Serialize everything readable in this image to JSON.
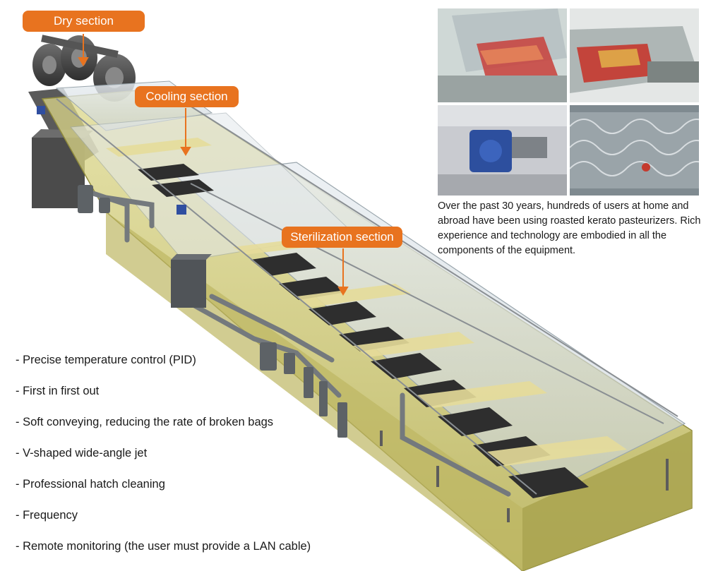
{
  "callouts": {
    "dry": "Dry section",
    "cooling": "Cooling section",
    "sterilization": "Sterilization section"
  },
  "description": "Over the past 30 years, hundreds of users at home and abroad have been using roasted kerato pasteurizers. Rich experience and technology are embodied in all the components of the equipment.",
  "features": [
    "- Precise temperature control (PID)",
    "- First in first out",
    "- Soft conveying, reducing the rate of broken bags",
    "- V-shaped wide-angle jet",
    "- Professional hatch cleaning",
    "- Frequency",
    "- Remote monitoring (the user must provide a LAN cable)"
  ],
  "colors": {
    "callout": "#e8731f",
    "tank": "#c9c36a",
    "frame": "#6b6b6b",
    "pipe": "#7a7e82"
  }
}
